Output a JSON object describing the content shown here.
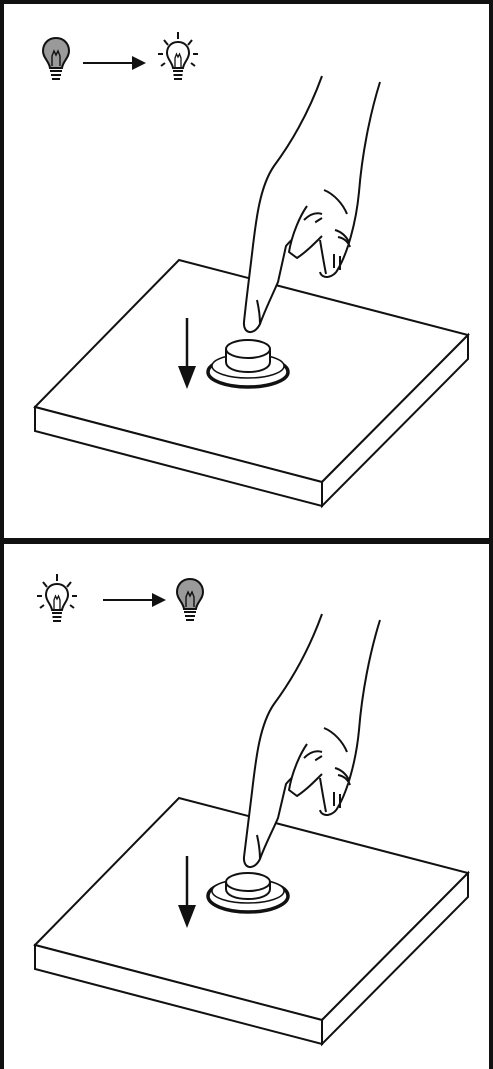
{
  "steps": [
    {
      "id": "turn-on",
      "from_state": "off",
      "to_state": "on",
      "action": "press-button",
      "icons": [
        "bulb-off-icon",
        "arrow-right-icon",
        "bulb-on-icon",
        "hand-icon",
        "arrow-down-icon",
        "push-button-icon"
      ]
    },
    {
      "id": "turn-off",
      "from_state": "on",
      "to_state": "off",
      "action": "press-button",
      "icons": [
        "bulb-on-icon",
        "arrow-right-icon",
        "bulb-off-icon",
        "hand-icon",
        "arrow-down-icon",
        "push-button-icon"
      ]
    }
  ],
  "colors": {
    "line": "#111111",
    "bulb_off_fill": "#9a9a9a",
    "bulb_on_fill": "#ffffff",
    "background": "#ffffff"
  }
}
